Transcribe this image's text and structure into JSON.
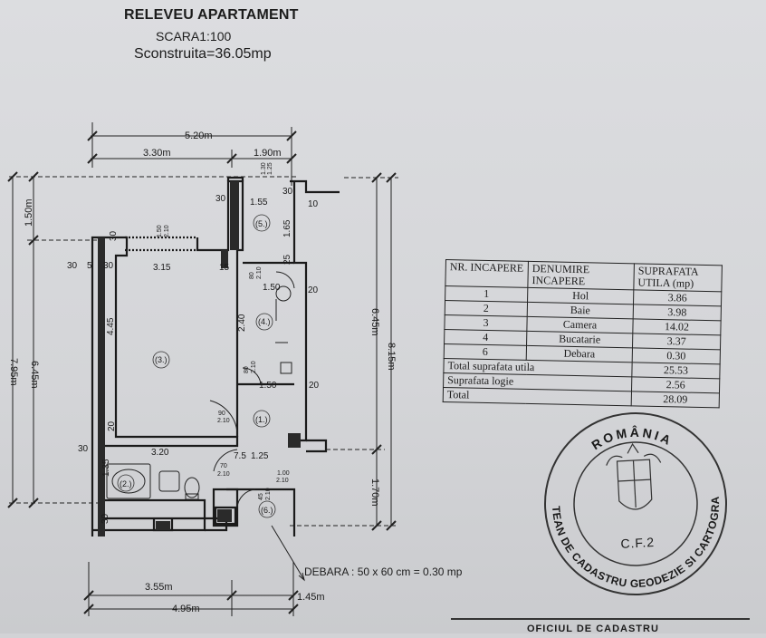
{
  "header": {
    "title": "RELEVEU APARTAMENT",
    "scale": "SCARA1:100",
    "built_area": "Sconstruita=36.05mp"
  },
  "plan": {
    "dims": {
      "top_total": "5.20m",
      "top_left": "3.30m",
      "top_right": "1.90m",
      "left_150": "1.50m",
      "left_795": "7.95m",
      "left_645": "6.45m",
      "right_645": "6.45m",
      "right_815": "8.15m",
      "right_170": "1.70m",
      "bottom_355": "3.55m",
      "bottom_495": "4.95m",
      "bottom_145": "1.45m",
      "d315": "3.15",
      "d445": "4.45",
      "d320": "3.20",
      "d155": "1.55",
      "d165": "1.65",
      "d240": "2.40",
      "d150a": "1.50",
      "d150b": "1.50",
      "d135": "1.35",
      "d125": "1.25",
      "d75": "7.5",
      "d30a": "30",
      "d30b": "30",
      "d30c": "30",
      "d30d": "30",
      "d30e": "30",
      "d30f": "30",
      "d30g": "30",
      "d5": "5",
      "d15": "15",
      "d10": "10",
      "d25": "25",
      "d20a": "20",
      "d20b": "20",
      "d20c": "20",
      "d130": "1.30",
      "d125s": "1.25",
      "w150": "1.50",
      "w210a": "2.10",
      "d80a": "80",
      "d210b": "2.10",
      "d80b": "80",
      "d210c": "2.10",
      "d90": "90",
      "d210d": "2.10",
      "d70": "70",
      "d210e": "2.10",
      "d100": "1.00",
      "d210f": "2.10",
      "d45": "45",
      "d210g": "2.10"
    },
    "rooms": {
      "r1": "(1.)",
      "r2": "(2.)",
      "r3": "(3.)",
      "r4": "(4.)",
      "r5": "(5.)",
      "r6": "(6.)"
    },
    "debara_note": "DEBARA : 50 x 60 cm = 0.30 mp"
  },
  "table": {
    "headers": [
      "NR. INCAPERE",
      "DENUMIRE INCAPERE",
      "SUPRAFATA UTILA (mp)"
    ],
    "rows": [
      {
        "nr": "1",
        "name": "Hol",
        "area": "3.86"
      },
      {
        "nr": "2",
        "name": "Baie",
        "area": "3.98"
      },
      {
        "nr": "3",
        "name": "Camera",
        "area": "14.02"
      },
      {
        "nr": "4",
        "name": "Bucatarie",
        "area": "3.37"
      },
      {
        "nr": "6",
        "name": "Debara",
        "area": "0.30"
      }
    ],
    "totals": [
      {
        "label": "Total suprafata utila",
        "value": "25.53"
      },
      {
        "label": "Suprafata logie",
        "value": "2.56"
      },
      {
        "label": "Total",
        "value": "28.09"
      }
    ]
  },
  "stamp": {
    "top_text": "ROMÂNIA",
    "ring_text": "OFICIUL JUDETEAN DE CADASTRU GEODEZIE SI CARTOGRAFIE-PRAHOVA",
    "center_code": "C.F.2"
  },
  "footer": {
    "text": "OFICIUL DE CADASTRU"
  },
  "colors": {
    "ink": "#1c1c1c",
    "paper": "#d6d7da"
  }
}
